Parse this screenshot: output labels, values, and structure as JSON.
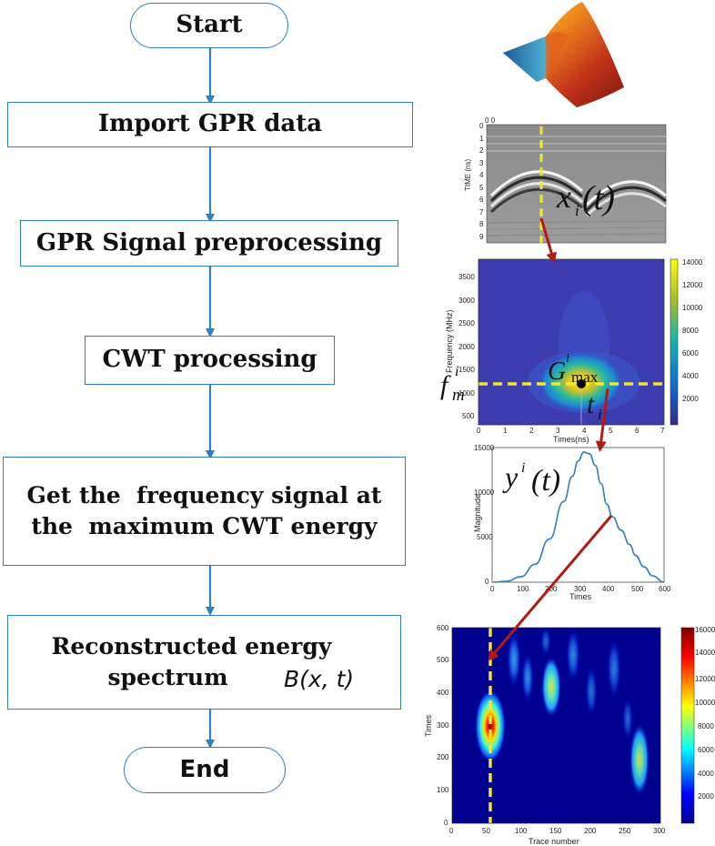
{
  "flow": {
    "start": "Start",
    "import": "Import GPR data",
    "preprocess": "GPR Signal preprocessing",
    "cwt": "CWT processing",
    "get_line1": "Get the  frequency signal at",
    "get_line2": "the  maximum CWT energy",
    "recon_line1": "Reconstructed energy",
    "recon_line2": "spectrum",
    "recon_eq": "B(x, t)",
    "end": "End"
  },
  "panel_radargram": {
    "label_x": "x",
    "label_sub": "i",
    "label_arg": "(t)",
    "y_ticks": [
      "0",
      "1",
      "2",
      "3",
      "4",
      "5",
      "6",
      "7",
      "8",
      "9"
    ],
    "ylabel": "TIME (ns)",
    "corner": "0 0"
  },
  "panel_cwt": {
    "ylabel": "Frequency (MHz)",
    "xlabel": "Times(ns)",
    "x_ticks": [
      "0",
      "1",
      "2",
      "3",
      "4",
      "5",
      "6",
      "7"
    ],
    "y_ticks": [
      "500",
      "1000",
      "1500",
      "2000",
      "2500",
      "3000",
      "3500"
    ],
    "cbar_ticks": [
      "2000",
      "4000",
      "6000",
      "8000",
      "10000",
      "12000",
      "14000"
    ],
    "g_label": "G",
    "g_sup": "i",
    "g_sub": "max",
    "f_label": "f",
    "f_sup": "i",
    "f_sub": "m",
    "t_label": "t",
    "t_sub": "i"
  },
  "panel_mag": {
    "ylabel": "Magnitude",
    "xlabel": "Times",
    "x_ticks": [
      "0",
      "100",
      "200",
      "300",
      "400",
      "500",
      "600"
    ],
    "y_ticks": [
      "0",
      "5000",
      "10000",
      "15000"
    ],
    "y_label": "y",
    "y_sup": "i",
    "y_arg": "(t)"
  },
  "panel_energy": {
    "ylabel": "Times",
    "xlabel": "Trace number",
    "x_ticks": [
      "0",
      "50",
      "100",
      "150",
      "200",
      "250",
      "300"
    ],
    "y_ticks": [
      "0",
      "100",
      "200",
      "300",
      "400",
      "500",
      "600"
    ],
    "cbar_ticks": [
      "2000",
      "4000",
      "6000",
      "8000",
      "10000",
      "12000",
      "14000",
      "16000"
    ]
  },
  "colors": {
    "flow_border": "#2f7fc1",
    "flow_arrow": "#2f7fc1",
    "red_arrow": "#b01b14",
    "dash": "#f2e631"
  },
  "chart_data": [
    {
      "type": "line",
      "title": "",
      "xlabel": "Times",
      "ylabel": "Magnitude",
      "xlim": [
        0,
        600
      ],
      "ylim": [
        0,
        15000
      ],
      "x": [
        0,
        50,
        100,
        150,
        200,
        250,
        280,
        300,
        320,
        340,
        360,
        380,
        400,
        420,
        450,
        480,
        500,
        530,
        560,
        600
      ],
      "series": [
        {
          "values": [
            0,
            100,
            600,
            2000,
            4800,
            9000,
            11800,
            13500,
            14500,
            14300,
            13000,
            11000,
            8700,
            7300,
            5800,
            4200,
            3000,
            1700,
            700,
            0
          ]
        }
      ]
    }
  ]
}
